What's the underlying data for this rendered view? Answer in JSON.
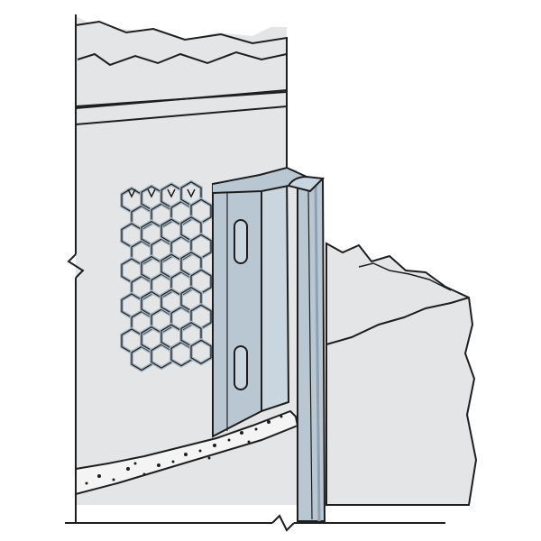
{
  "colors": {
    "background": "#ffffff",
    "stroke": "#1e1e1e",
    "wall_fill": "#e3e5e6",
    "wall_shadow": "#d6d9db",
    "metal_fill": "#b9c7d3",
    "metal_light": "#c9d5df",
    "metal_dark": "#8fa1b0",
    "mesh_fill": "#a7b6c3",
    "render_fill": "#f4f4f4"
  },
  "components": [
    {
      "id": "wall",
      "icon": "masonry-wall-section"
    },
    {
      "id": "coping",
      "icon": "top-coping-band"
    },
    {
      "id": "expanded-mesh",
      "icon": "expanded-metal-lath"
    },
    {
      "id": "angle-bead",
      "icon": "slotted-corner-bead"
    },
    {
      "id": "render-base",
      "icon": "plaster-base-coat"
    },
    {
      "id": "side-block",
      "icon": "adjacent-block"
    },
    {
      "id": "floor",
      "icon": "floor-line-with-break"
    }
  ]
}
